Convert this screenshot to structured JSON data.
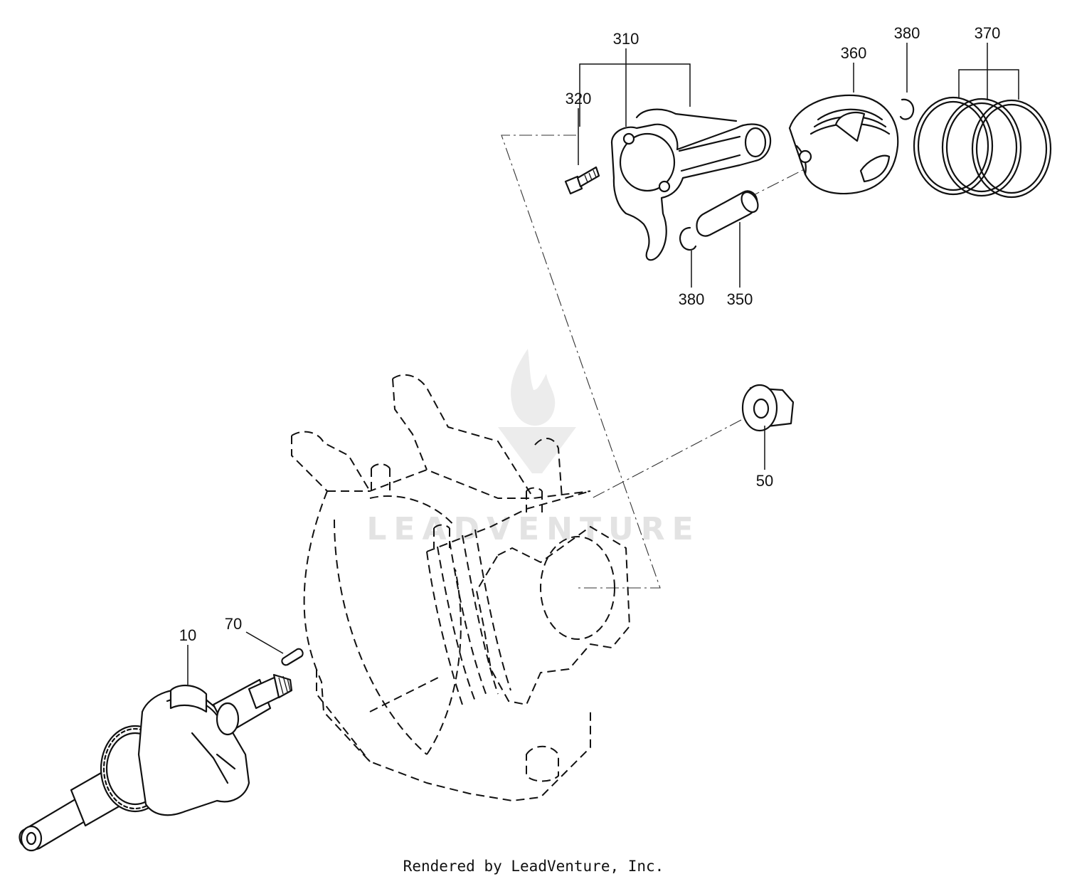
{
  "diagram": {
    "callouts": [
      {
        "id": "c310",
        "label": "310"
      },
      {
        "id": "c320",
        "label": "320"
      },
      {
        "id": "c360",
        "label": "360"
      },
      {
        "id": "c380a",
        "label": "380"
      },
      {
        "id": "c370",
        "label": "370"
      },
      {
        "id": "c380b",
        "label": "380"
      },
      {
        "id": "c350",
        "label": "350"
      },
      {
        "id": "c50",
        "label": "50"
      },
      {
        "id": "c70",
        "label": "70"
      },
      {
        "id": "c10",
        "label": "10"
      }
    ],
    "watermark": "LEADVENTURE"
  },
  "footer": {
    "text": "Rendered by LeadVenture, Inc."
  },
  "colors": {
    "line": "#111111",
    "watermark": "#e3e3e3",
    "background": "#ffffff"
  }
}
